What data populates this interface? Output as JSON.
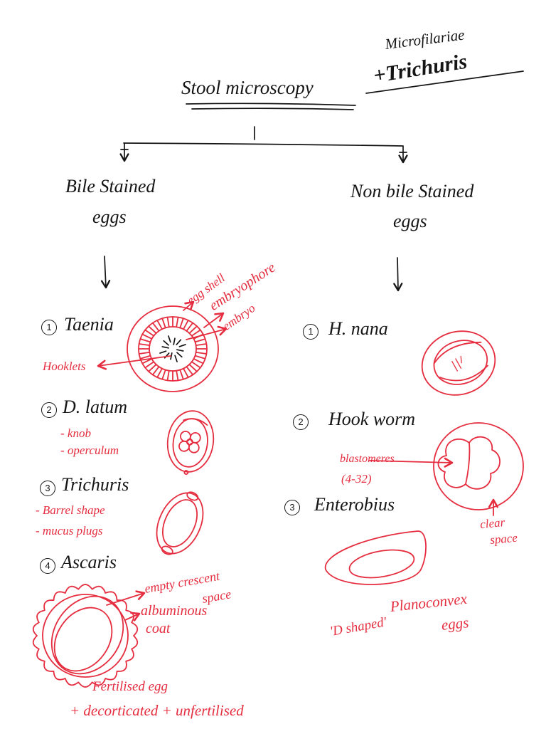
{
  "colors": {
    "ink": "#151515",
    "red": "#e52d3f",
    "paper": "#ffffff"
  },
  "notes": {
    "microfilariae": "Microfilariae",
    "trichuris": "+Trichuris"
  },
  "title": "Stool microscopy",
  "bile_stained": {
    "heading_line1": "Bile Stained",
    "heading_line2": "eggs",
    "taenia": {
      "num": "1",
      "name": "Taenia",
      "labels": {
        "egg_shell": "egg shell",
        "embryophore": "embryophore",
        "embryo": "embryo",
        "hooklets": "Hooklets"
      }
    },
    "d_latum": {
      "num": "2",
      "name": "D. latum",
      "features": [
        "- knob",
        "- operculum"
      ]
    },
    "trichuris": {
      "num": "3",
      "name": "Trichuris",
      "features": [
        "- Barrel shape",
        "- mucus plugs"
      ]
    },
    "ascaris": {
      "num": "4",
      "name": "Ascaris",
      "labels": {
        "crescent_line1": "empty crescent",
        "crescent_line2": "space",
        "coat_line1": "albuminous",
        "coat_line2": "coat",
        "fertilised": "Fertilised egg",
        "other_types": "+ decorticated + unfertilised"
      }
    }
  },
  "non_bile_stained": {
    "heading_line1": "Non bile Stained",
    "heading_line2": "eggs",
    "h_nana": {
      "num": "1",
      "name": "H. nana"
    },
    "hookworm": {
      "num": "2",
      "name": "Hook worm",
      "labels": {
        "blastomeres": "blastomeres",
        "blastomere_count": "(4-32)",
        "clear_line1": "clear",
        "clear_line2": "space"
      }
    },
    "enterobius": {
      "num": "3",
      "name": "Enterobius",
      "labels": {
        "planoconvex": "Planoconvex",
        "eggs": "eggs",
        "d_shaped": "'D shaped'"
      }
    }
  }
}
